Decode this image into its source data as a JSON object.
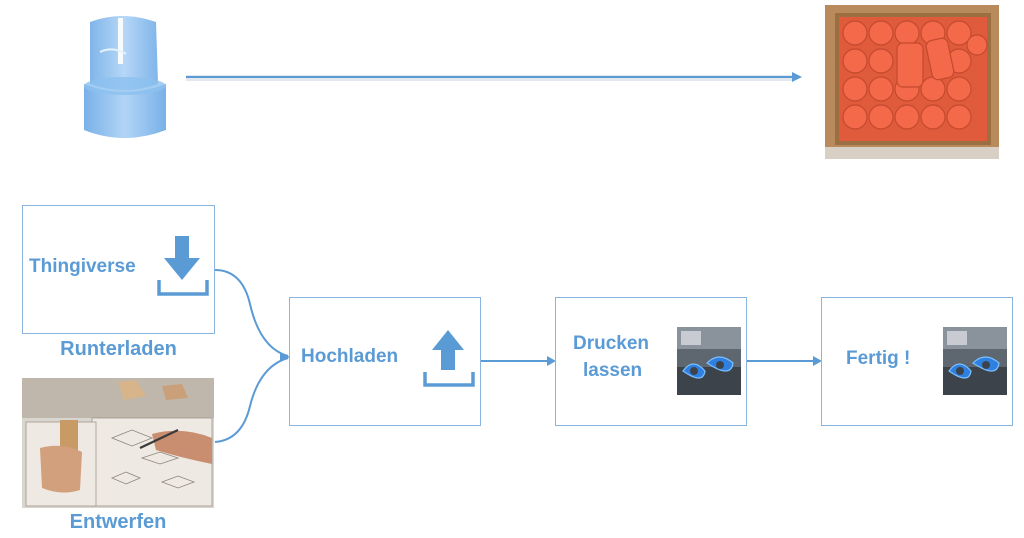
{
  "steps": {
    "thingiverse": {
      "label": "Thingiverse",
      "caption": "Runterladen"
    },
    "entwerfen": {
      "caption": "Entwerfen"
    },
    "hochladen": {
      "label": "Hochladen"
    },
    "drucken": {
      "line1": "Drucken",
      "line2": "lassen"
    },
    "fertig": {
      "label": "Fertig !"
    }
  },
  "colors": {
    "accent": "#5b9bd5",
    "border": "#8ab4e0",
    "product": "#f4694a"
  },
  "icons": [
    "download-icon",
    "upload-icon",
    "printer-photo",
    "cylinder-model",
    "product-box-photo",
    "design-photo"
  ]
}
